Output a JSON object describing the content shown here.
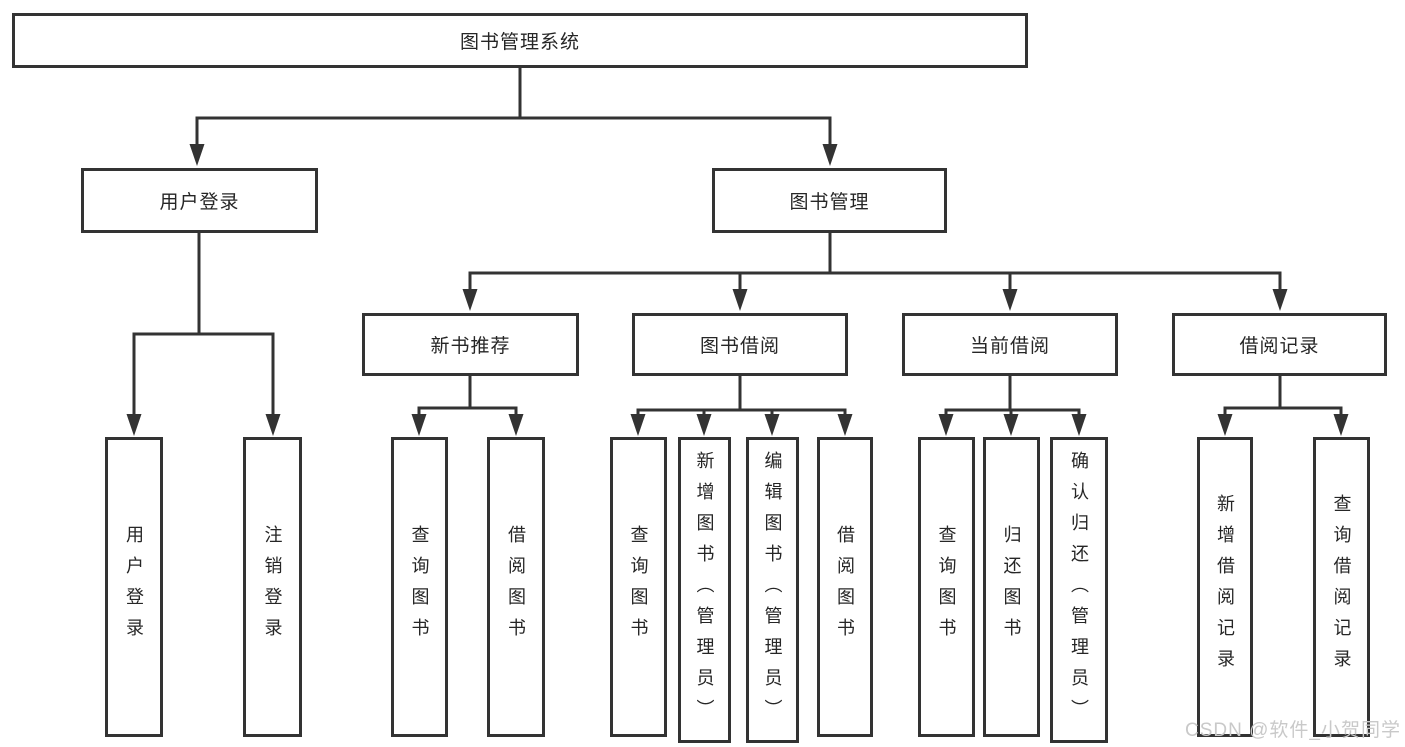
{
  "diagram": {
    "type": "tree-structure-chart",
    "tree": {
      "label": "图书管理系统",
      "children": [
        {
          "label": "用户登录",
          "children": [
            {
              "label": "用户登录"
            },
            {
              "label": "注销登录"
            }
          ]
        },
        {
          "label": "图书管理",
          "children": [
            {
              "label": "新书推荐",
              "children": [
                {
                  "label": "查询图书"
                },
                {
                  "label": "借阅图书"
                }
              ]
            },
            {
              "label": "图书借阅",
              "children": [
                {
                  "label": "查询图书"
                },
                {
                  "label": "新增图书（管理员）"
                },
                {
                  "label": "编辑图书（管理员）"
                },
                {
                  "label": "借阅图书"
                }
              ]
            },
            {
              "label": "当前借阅",
              "children": [
                {
                  "label": "查询图书"
                },
                {
                  "label": "归还图书"
                },
                {
                  "label": "确认归还（管理员）"
                }
              ]
            },
            {
              "label": "借阅记录",
              "children": [
                {
                  "label": "新增借阅记录"
                },
                {
                  "label": "查询借阅记录"
                }
              ]
            }
          ]
        }
      ]
    },
    "colors": {
      "background": "#ffffff",
      "box_border": "#333333",
      "connector_line": "#333333",
      "text": "#262626",
      "watermark_text": "#c9c9c9"
    }
  },
  "watermark": {
    "text": "CSDN @软件_小贺同学"
  }
}
